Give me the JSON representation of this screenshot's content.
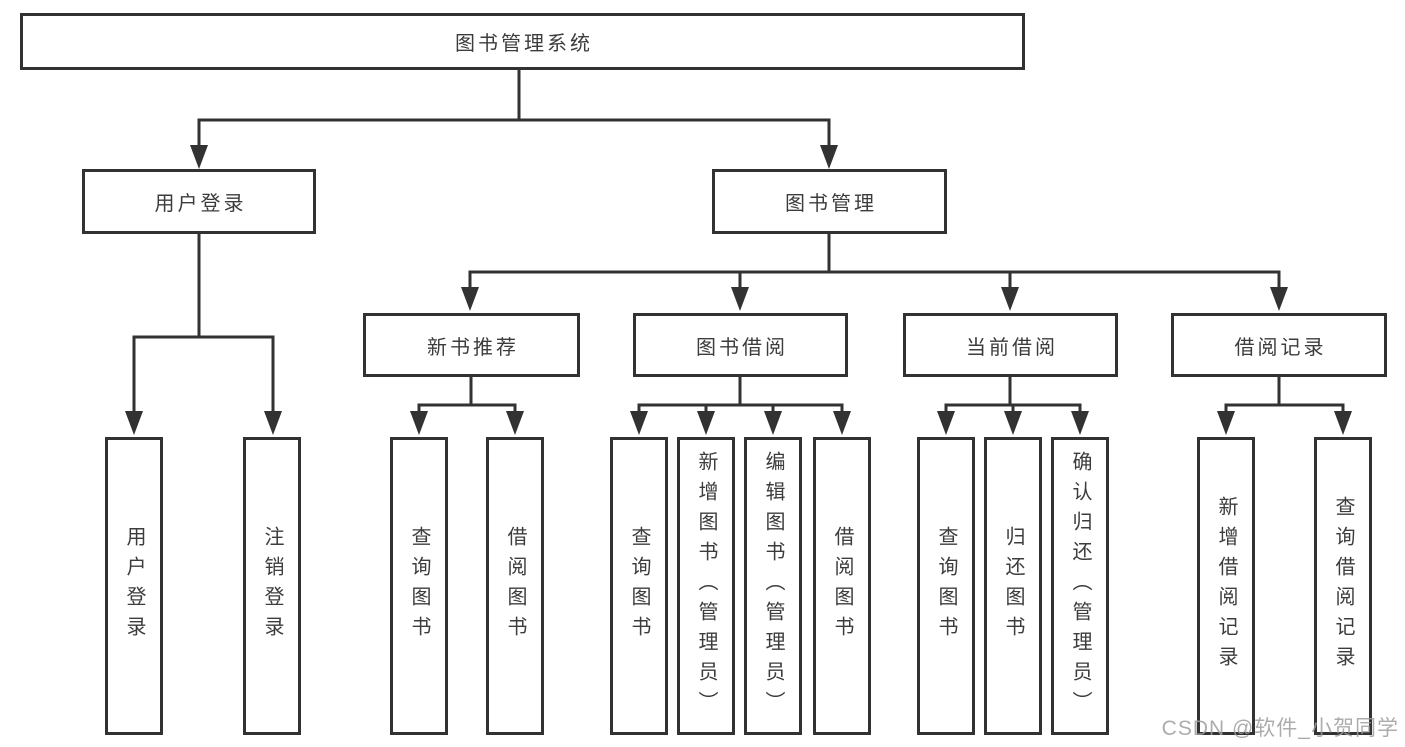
{
  "colors": {
    "line": "#323232",
    "box_border": "#323232",
    "text": "#3c3c3c",
    "watermark": "#b0b0b0",
    "background": "#ffffff"
  },
  "watermark": {
    "text": "CSDN @软件_小贺同学"
  },
  "tree": {
    "root": {
      "label": "图书管理系统"
    },
    "branches": [
      {
        "label": "用户登录",
        "children": [
          {
            "label": "用户登录"
          },
          {
            "label": "注销登录"
          }
        ]
      },
      {
        "label": "图书管理",
        "children": [
          {
            "label": "新书推荐",
            "children": [
              {
                "label": "查询图书"
              },
              {
                "label": "借阅图书"
              }
            ]
          },
          {
            "label": "图书借阅",
            "children": [
              {
                "label": "查询图书"
              },
              {
                "label": "新增图书（管理员）"
              },
              {
                "label": "编辑图书（管理员）"
              },
              {
                "label": "借阅图书"
              }
            ]
          },
          {
            "label": "当前借阅",
            "children": [
              {
                "label": "查询图书"
              },
              {
                "label": "归还图书"
              },
              {
                "label": "确认归还（管理员）"
              }
            ]
          },
          {
            "label": "借阅记录",
            "children": [
              {
                "label": "新增借阅记录"
              },
              {
                "label": "查询借阅记录"
              }
            ]
          }
        ]
      }
    ]
  }
}
